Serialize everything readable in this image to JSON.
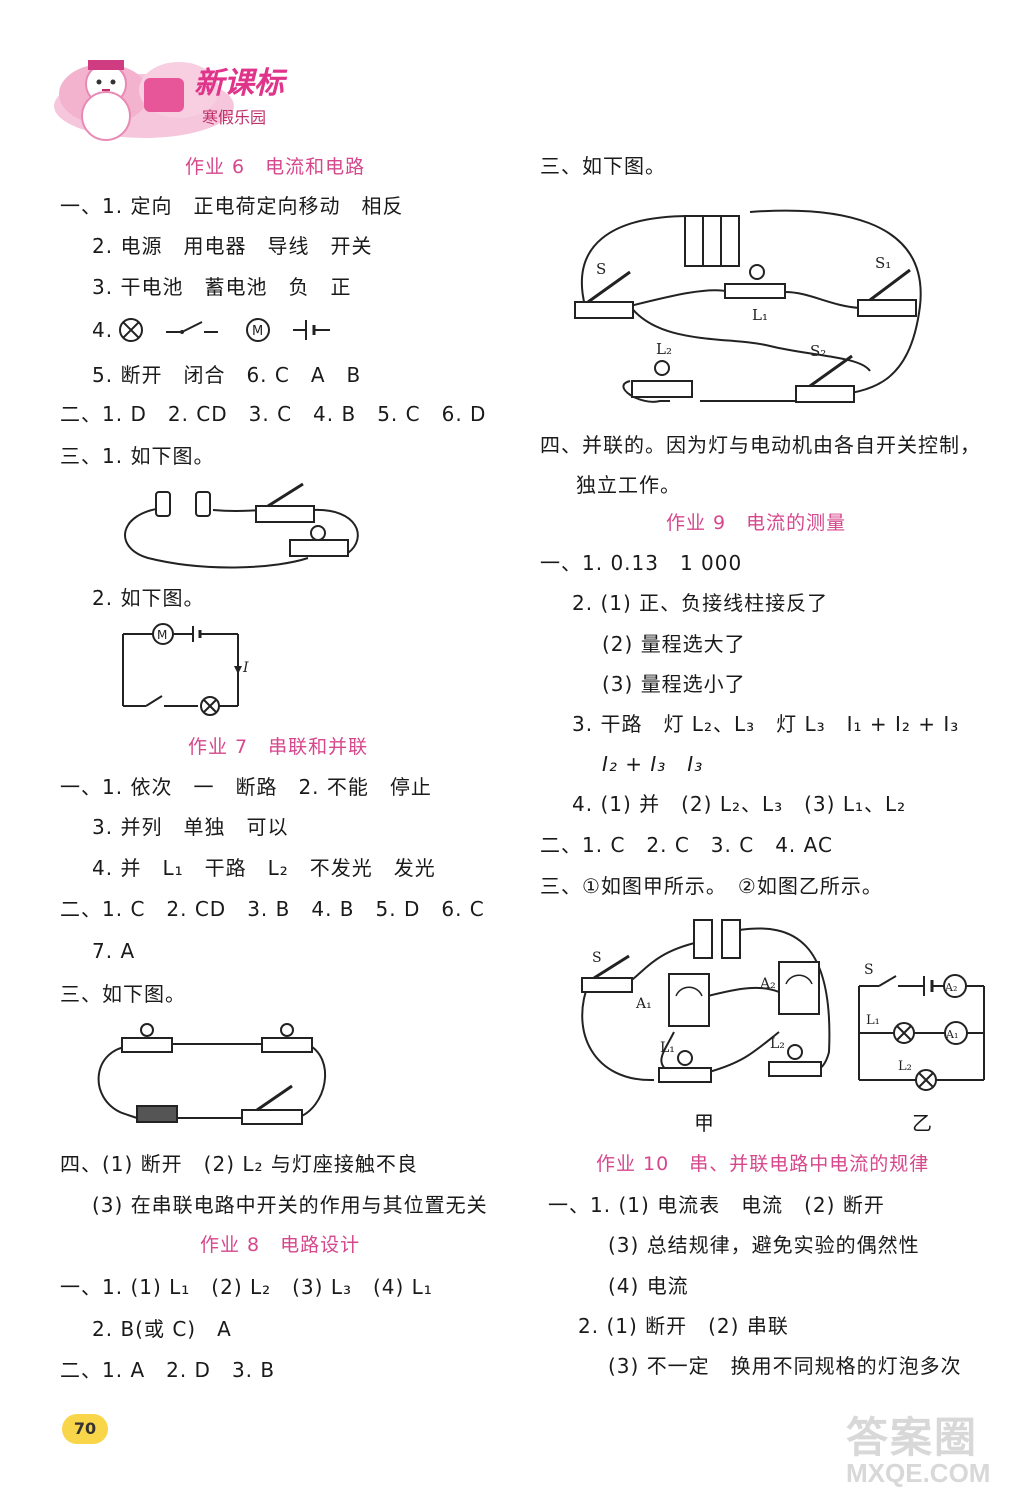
{
  "header": {
    "brand": "新课标",
    "subtitle": "寒假乐园"
  },
  "left": {
    "h6": "作业 6　电流和电路",
    "l1": "一、1. 定向　正电荷定向移动　相反",
    "l2": "2. 电源　用电器　导线　开关",
    "l3": "3. 干电池　蓄电池　负　正",
    "l4_label": "4.",
    "l5": "5. 断开　闭合　6. C　A　B",
    "l6": "二、1. D　2. CD　3. C　4. B　5. C　6. D",
    "l7": "三、1. 如下图。",
    "l8": "2. 如下图。",
    "h7": "作业 7　串联和并联",
    "l9": "一、1. 依次　一　断路　2. 不能　停止",
    "l10": "3. 并列　单独　可以",
    "l11": "4. 并　L₁　干路　L₂　不发光　发光",
    "l12": "二、1. C　2. CD　3. B　4. B　5. D　6. C",
    "l13": "7. A",
    "l14": "三、如下图。",
    "l15": "四、(1) 断开　(2) L₂ 与灯座接触不良",
    "l16": "(3) 在串联电路中开关的作用与其位置无关",
    "h8": "作业 8　电路设计",
    "l17": "一、1. (1) L₁　(2) L₂　(3) L₃　(4) L₁",
    "l18": "2. B(或 C)　A",
    "l19": "二、1. A　2. D　3. B"
  },
  "right": {
    "r1": "三、如下图。",
    "r2": "四、并联的。因为灯与电动机由各自开关控制，",
    "r3": "独立工作。",
    "h9": "作业 9　电流的测量",
    "r4": "一、1. 0.13　1 000",
    "r5": "2. (1) 正、负接线柱接反了",
    "r6": "(2) 量程选大了",
    "r7": "(3) 量程选小了",
    "r8": "3. 干路　灯 L₂、L₃　灯 L₃　I₁ + I₂ + I₃",
    "r9": "I₂ + I₃　I₃",
    "r10": "4. (1) 并　(2) L₂、L₃　(3) L₁、L₂",
    "r11": "二、1. C　2. C　3. C　4. AC",
    "r12": "三、①如图甲所示。　②如图乙所示。",
    "h10": "作业 10　串、并联电路中电流的规律",
    "r13": "一、1. (1) 电流表　电流　(2) 断开",
    "r14": "(3) 总结规律，避免实验的偶然性",
    "r15": "(4) 电流",
    "r16": "2. (1) 断开　(2) 串联",
    "r17": "(3) 不一定　换用不同规格的灯泡多次"
  },
  "figures": {
    "s": "S",
    "s1": "S₁",
    "s2": "S₂",
    "l1": "L₁",
    "l2": "L₂",
    "a1": "A₁",
    "a2": "A₂",
    "i": "I",
    "m": "M",
    "cap_jia": "甲",
    "cap_yi": "乙"
  },
  "page_number": "70",
  "watermark": {
    "top": "答案圈",
    "bottom": "MXQE.COM"
  },
  "colors": {
    "heading": "#d6478c",
    "badge_bg": "#f9d54a",
    "brand": "#e0338a"
  }
}
